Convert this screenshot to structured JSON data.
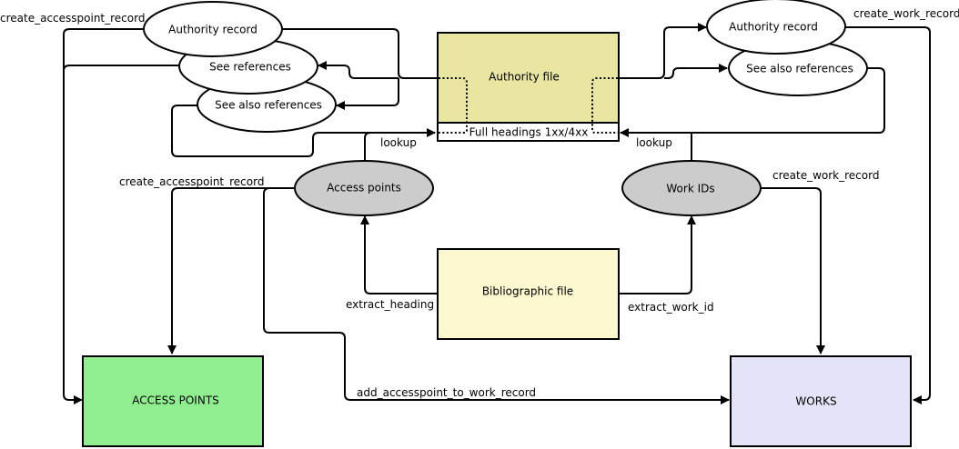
{
  "diagram": {
    "nodes": {
      "authority_file": {
        "label": "Authority file",
        "fill": "#e8e6a0"
      },
      "full_headings": {
        "label": "Full headings 1xx/4xx",
        "fill": "#ffffff"
      },
      "bibliographic_file": {
        "label": "Bibliographic file",
        "fill": "#fdf8cf"
      },
      "access_points_store": {
        "label": "ACCESS POINTS",
        "fill": "#90ee90"
      },
      "works_store": {
        "label": "WORKS",
        "fill": "#e4e4f8"
      },
      "access_points_proc": {
        "label": "Access points",
        "fill": "#cccccc"
      },
      "work_ids_proc": {
        "label": "Work IDs",
        "fill": "#cccccc"
      },
      "left_authority_record": {
        "label": "Authority record",
        "fill": "#ffffff"
      },
      "left_see_references": {
        "label": "See references",
        "fill": "#ffffff"
      },
      "left_see_also_references": {
        "label": "See also references",
        "fill": "#ffffff"
      },
      "right_authority_record": {
        "label": "Authority record",
        "fill": "#ffffff"
      },
      "right_see_also_references": {
        "label": "See also references",
        "fill": "#ffffff"
      }
    },
    "edge_labels": {
      "create_accesspoint_record_top": "create_accesspoint_record",
      "create_work_record_top": "create_work_record",
      "lookup_left": "lookup",
      "lookup_right": "lookup",
      "create_accesspoint_record_mid": "create_accesspoint_record",
      "create_work_record_mid": "create_work_record",
      "extract_heading": "extract_heading",
      "extract_work_id": "extract_work_id",
      "add_accesspoint_to_work_record": "add_accesspoint_to_work_record"
    }
  }
}
